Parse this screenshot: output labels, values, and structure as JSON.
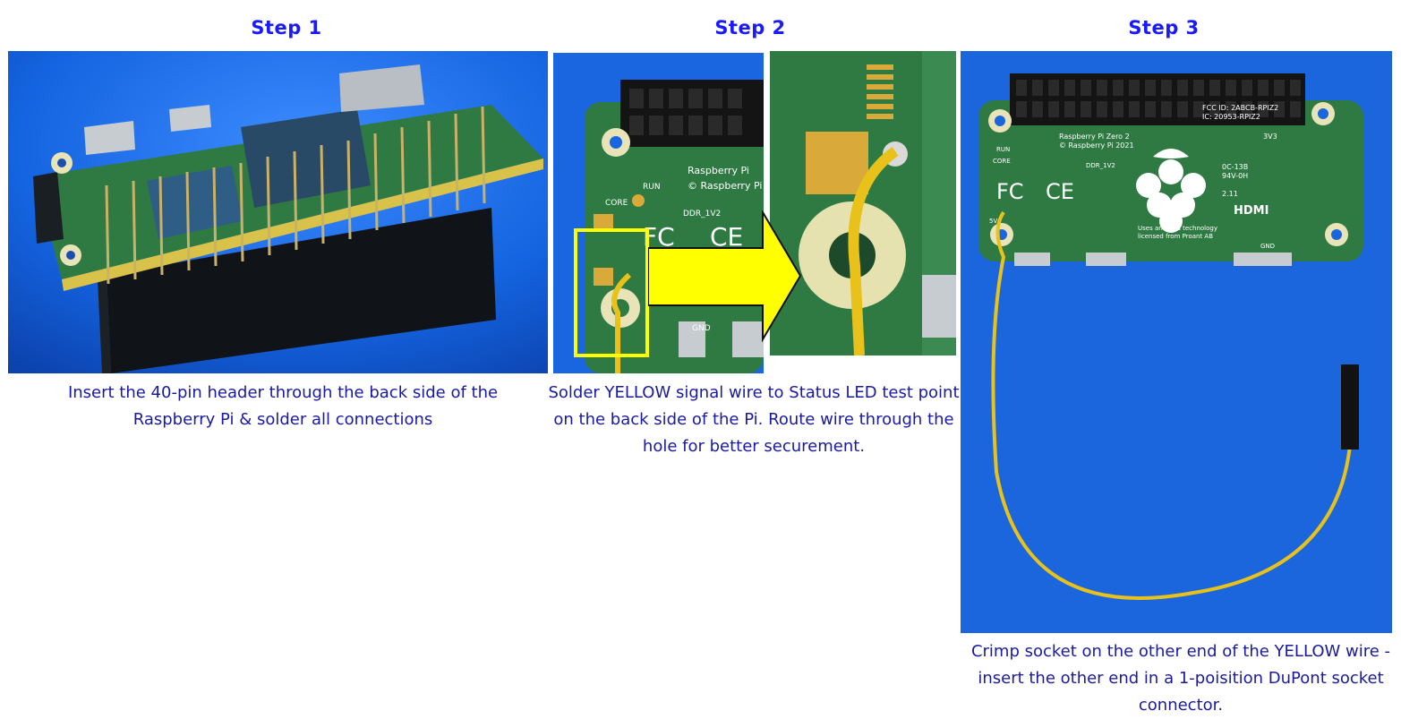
{
  "steps": [
    {
      "title": "Step 1",
      "caption_lines": [
        "Insert the 40-pin header through the back side of the",
        "Raspberry Pi & solder all connections"
      ]
    },
    {
      "title": "Step 2",
      "caption_lines": [
        "Solder YELLOW signal wire to Status LED test point",
        "on the back side of the Pi.  Route wire through the",
        "hole for better securement."
      ]
    },
    {
      "title": "Step 3",
      "caption_lines": [
        "Crimp socket on the other end of the YELLOW wire -",
        "insert the other end in a 1-poisition DuPont socket",
        "connector."
      ]
    }
  ],
  "board_silkscreen": {
    "raspberry_pi": "Raspberry Pi",
    "copyright": "© Raspberry Pi",
    "run": "RUN",
    "core": "CORE",
    "ddr": "DDR_1V2",
    "gnd": "GND",
    "fcc": "FC",
    "ce": "CE",
    "model": "Raspberry Pi Zero 2",
    "copyright_year": "© Raspberry Pi 2021",
    "fcc_id": "FCC ID: 2ABCB-RPIZ2",
    "ic": "IC: 20953-RPIZ2",
    "hdmi": "HDMI",
    "antenna": "Uses antenna technology",
    "licensed": "licensed from Proant AB",
    "rating": "0C-13B",
    "v0": "94V-0H",
    "v1": "2.11",
    "v3v3": "3V3",
    "v5v": "5V"
  },
  "colors": {
    "title": "#1a1aff",
    "caption": "#1a1aa0",
    "background_blue": "#1560d8",
    "pcb_green": "#2f7a43",
    "wire_yellow": "#e8c21a",
    "highlight_yellow": "#ffff00"
  }
}
